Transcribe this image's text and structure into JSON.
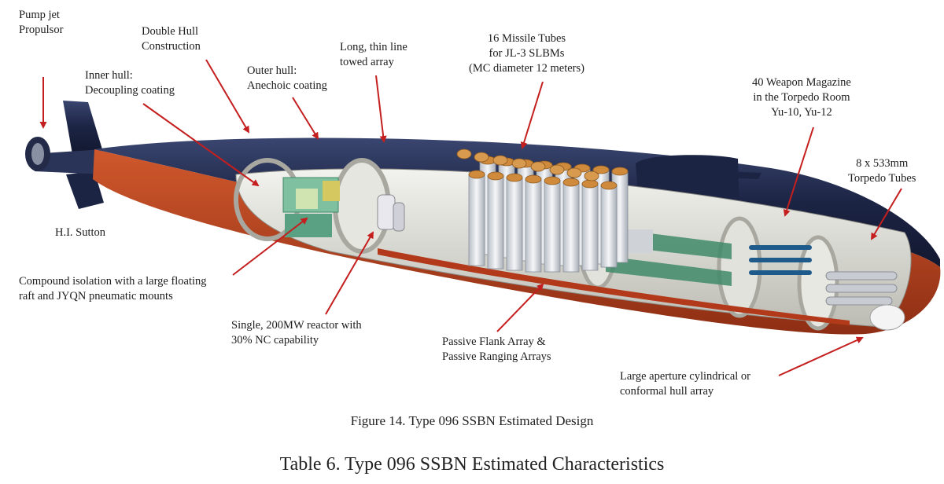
{
  "labels": {
    "pumpjet": "Pump jet\nPropulsor",
    "doublehull": "Double Hull\nConstruction",
    "innerhull": "Inner hull:\nDecoupling coating",
    "outerhull": "Outer hull:\nAnechoic coating",
    "towed": "Long, thin line\ntowed array",
    "missiles": "16 Missile Tubes\nfor JL-3 SLBMs\n(MC diameter 12 meters)",
    "magazine": "40 Weapon Magazine\nin the Torpedo Room\nYu-10, Yu-12",
    "torpedo": "8 x 533mm\nTorpedo Tubes",
    "credit": "H.I. Sutton",
    "raft": "Compound isolation with a large floating\nraft and JYQN pneumatic mounts",
    "reactor": "Single, 200MW reactor with\n30% NC capability",
    "flank": "Passive Flank Array &\nPassive Ranging Arrays",
    "conformal": "Large aperture cylindrical or\nconformal hull array"
  },
  "figure_caption": "Figure 14. Type 096 SSBN Estimated Design",
  "table_caption": "Table 6. Type 096 SSBN Estimated Characteristics",
  "colors": {
    "hull_dark": "#1c2444",
    "hull_red": "#b5401e",
    "arrow": "#c41e1e",
    "interior_green": "#3f8a68",
    "missile_tube": "#d9dde2",
    "missile_cap": "#d08a3c"
  }
}
